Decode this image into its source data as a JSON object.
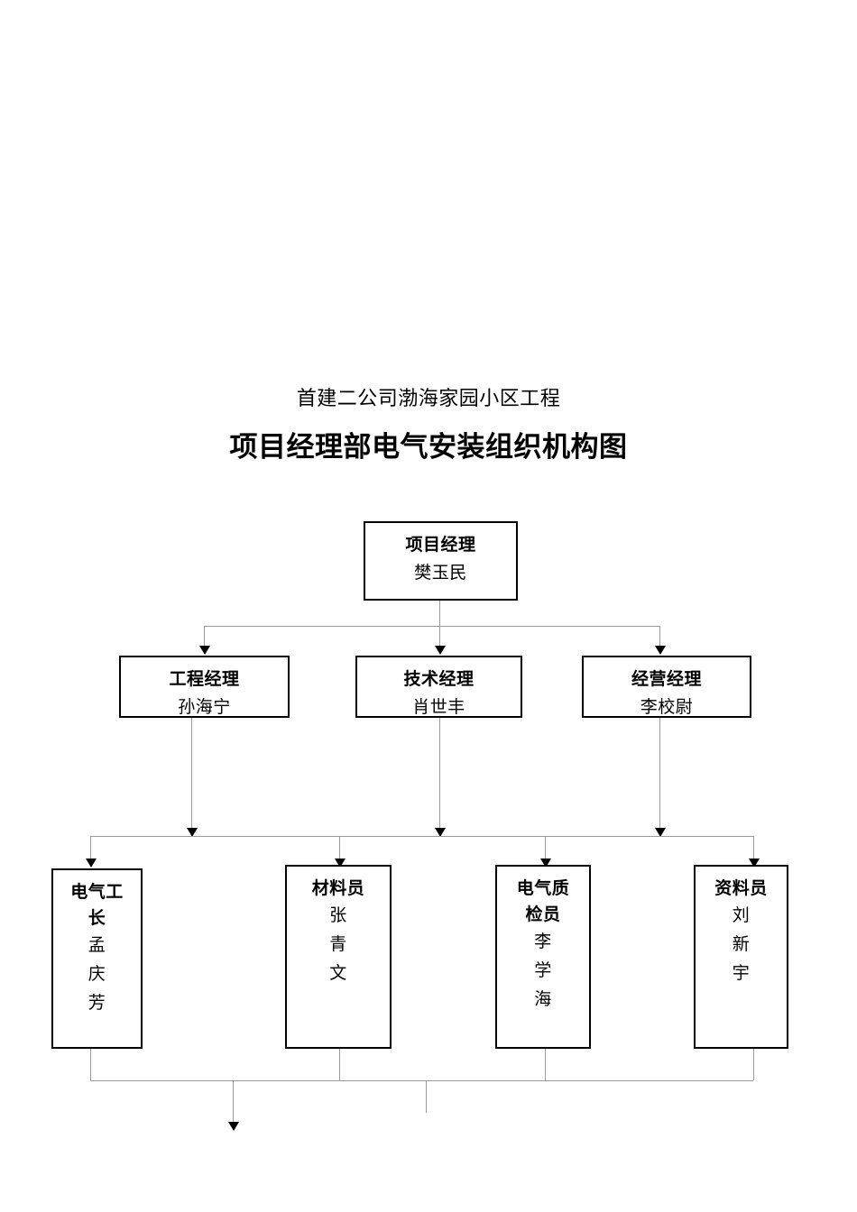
{
  "document": {
    "subtitle": "首建二公司渤海家园小区工程",
    "title": "项目经理部电气安装组织机构图"
  },
  "chart_data": {
    "type": "diagram",
    "diagram_type": "organization-chart",
    "orientation": "top-down",
    "line_color": "#9a9a9a",
    "box_border_color": "#000000",
    "background": "#ffffff",
    "levels": [
      {
        "level": 1,
        "nodes": [
          {
            "id": "project-manager",
            "role": "项目经理",
            "person": "樊玉民"
          }
        ]
      },
      {
        "level": 2,
        "nodes": [
          {
            "id": "engineering-manager",
            "role": "工程经理",
            "person": "孙海宁"
          },
          {
            "id": "technical-manager",
            "role": "技术经理",
            "person": "肖世丰"
          },
          {
            "id": "operations-manager",
            "role": "经营经理",
            "person": "李校尉"
          }
        ]
      },
      {
        "level": 3,
        "nodes": [
          {
            "id": "electrical-foreman",
            "role": "电气工\n长",
            "person": "孟\n庆\n芳"
          },
          {
            "id": "material-clerk",
            "role": "材料员",
            "person": "张\n青\n文"
          },
          {
            "id": "electrical-inspector",
            "role": "电气质\n检员",
            "person": "李\n学\n海"
          },
          {
            "id": "records-clerk",
            "role": "资料员",
            "person": "刘\n新\n宇"
          }
        ]
      }
    ],
    "edges": [
      {
        "from": "project-manager",
        "to": "engineering-manager"
      },
      {
        "from": "project-manager",
        "to": "technical-manager"
      },
      {
        "from": "project-manager",
        "to": "operations-manager"
      },
      {
        "from": "engineering-manager",
        "to": "level-3-bus"
      },
      {
        "from": "technical-manager",
        "to": "level-3-bus"
      },
      {
        "from": "operations-manager",
        "to": "level-3-bus"
      },
      {
        "from": "level-3-bus",
        "to": "electrical-foreman"
      },
      {
        "from": "level-3-bus",
        "to": "material-clerk"
      },
      {
        "from": "level-3-bus",
        "to": "electrical-inspector"
      },
      {
        "from": "level-3-bus",
        "to": "records-clerk"
      },
      {
        "from": "electrical-foreman",
        "to": "bottom-bus"
      },
      {
        "from": "material-clerk",
        "to": "bottom-bus"
      },
      {
        "from": "electrical-inspector",
        "to": "bottom-bus"
      },
      {
        "from": "records-clerk",
        "to": "bottom-bus"
      },
      {
        "from": "bottom-bus",
        "to": "below-page"
      }
    ]
  }
}
